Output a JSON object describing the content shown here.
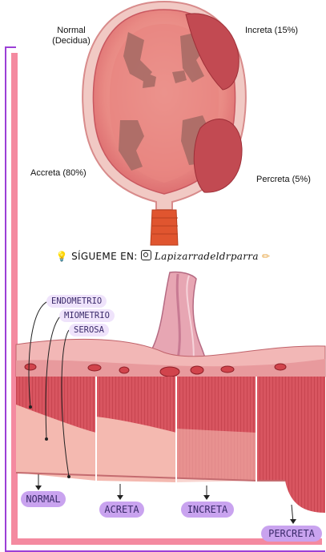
{
  "uterus_labels": {
    "normal": "Normal\n(Decidua)",
    "increta": "Increta (15%)",
    "accreta": "Accreta (80%)",
    "percreta": "Percreta (5%)"
  },
  "banner": {
    "icon": "lightbulb-icon",
    "text_prefix": "SÍGUEME EN:",
    "camera_icon": "instagram-icon",
    "handle": "Lapizarradeldrparra",
    "pencil_icon": "pencil-icon"
  },
  "layers": {
    "endometrio": "ENDOMETRIO",
    "miometrio": "MIOMETRIO",
    "serosa": "SEROSA"
  },
  "types": {
    "normal": "NORMAL",
    "acreta": "ACRETA",
    "increta": "INCRETA",
    "percreta": "PERCRETA"
  },
  "colors": {
    "frame_pink": "#f48aa0",
    "frame_purple": "#9b3fd6",
    "pill": "#c9a3ef",
    "muscle": "#d9545c",
    "muscle_dark": "#b8323c",
    "tissue_light": "#f4b9b0"
  }
}
